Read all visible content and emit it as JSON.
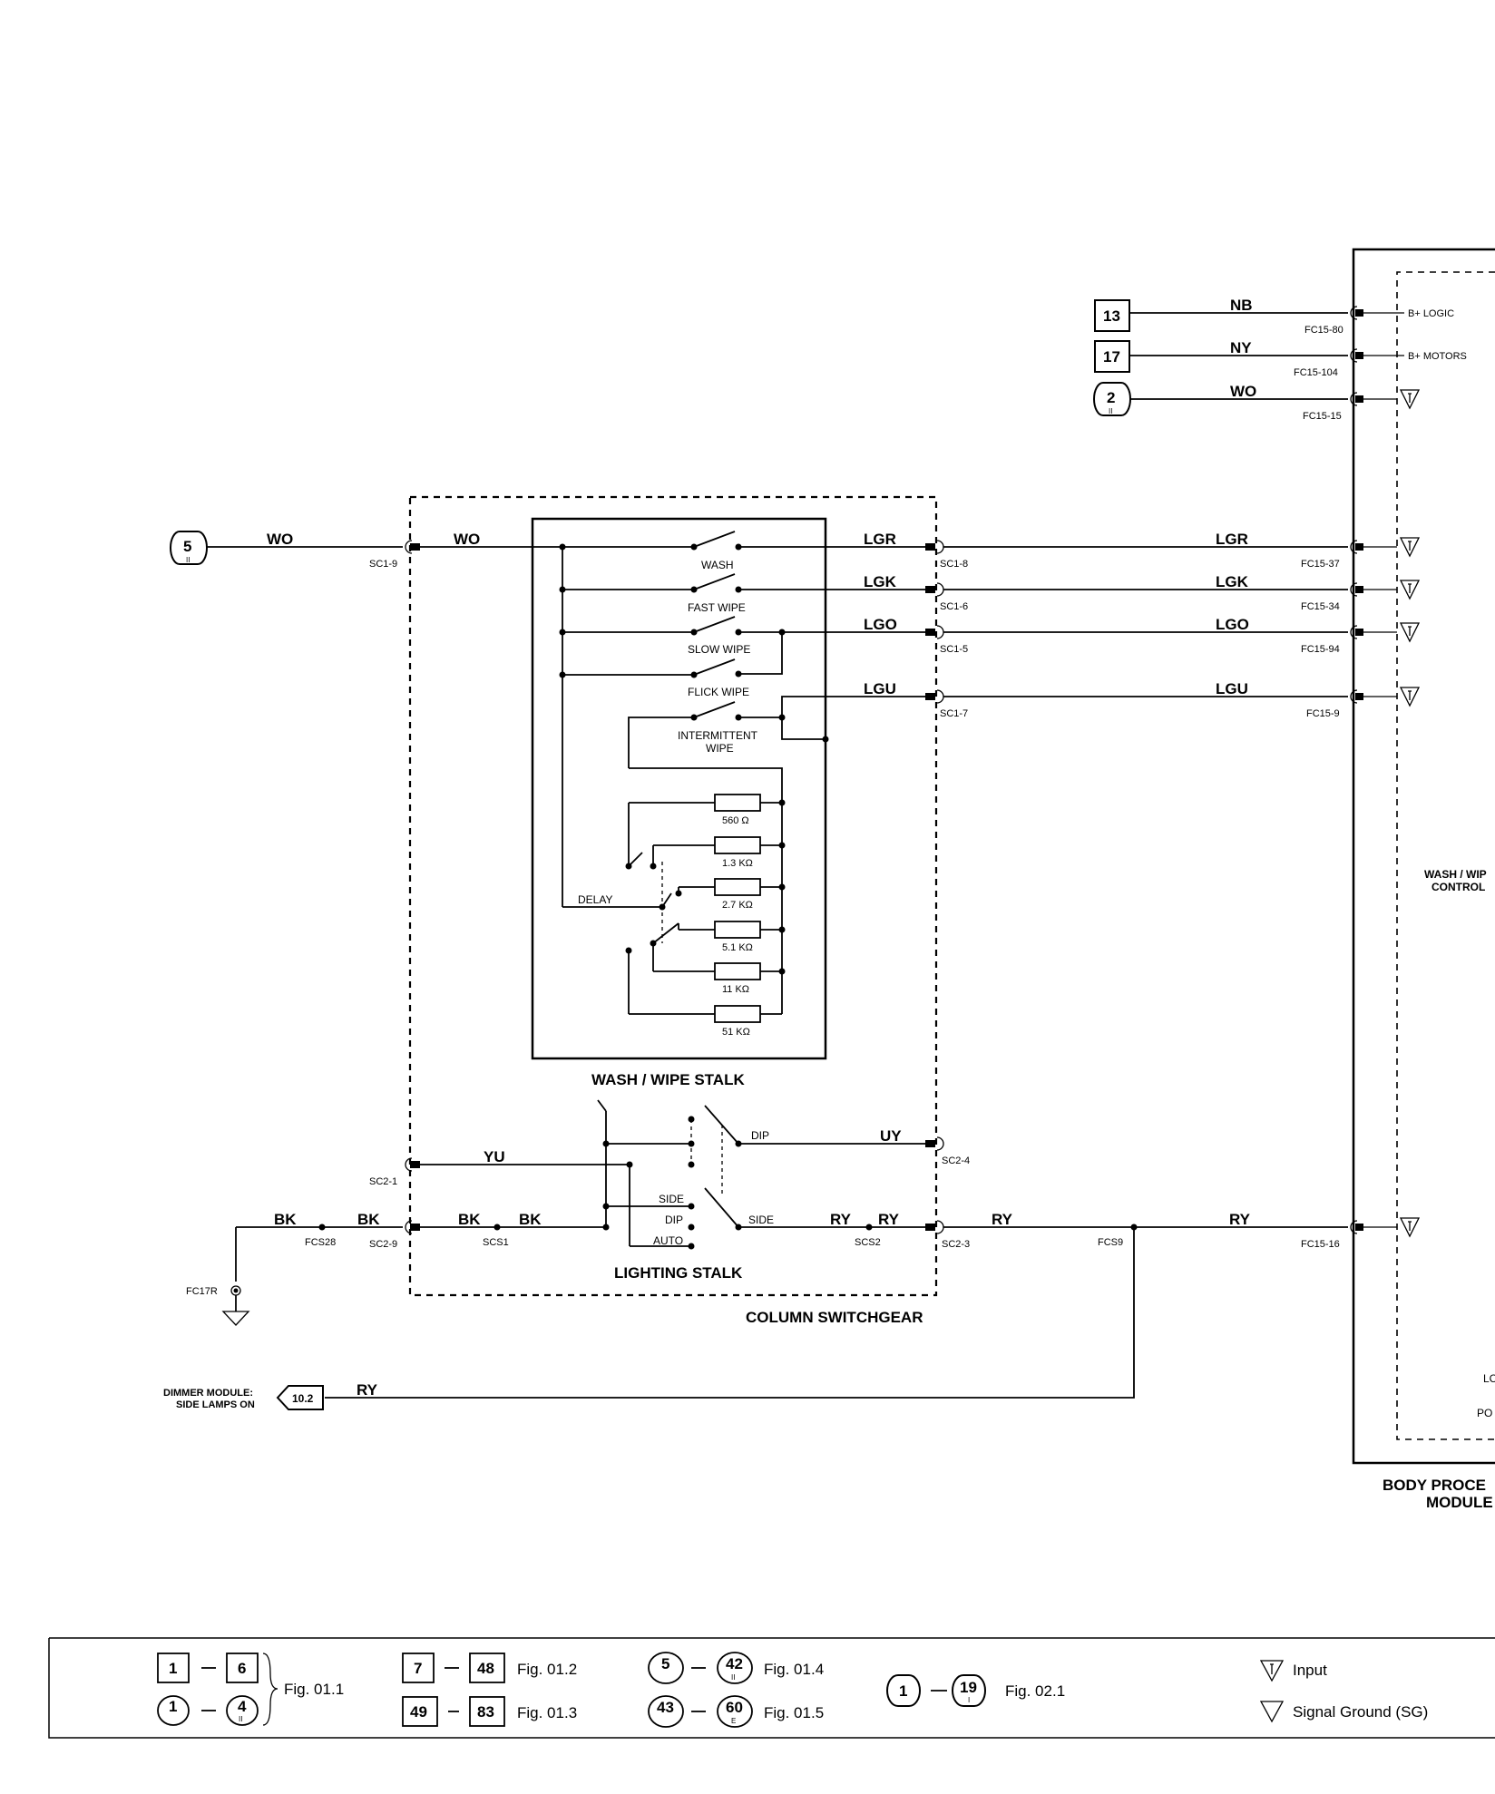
{
  "inputs": [
    {
      "ref": "13",
      "wire": "NB",
      "pin": "FC15-80",
      "func": "B+ LOGIC"
    },
    {
      "ref": "17",
      "wire": "NY",
      "pin": "FC15-104",
      "func": "B+ MOTORS"
    },
    {
      "ref": "2",
      "sub": "II",
      "wire": "WO",
      "pin": "FC15-15"
    }
  ],
  "feed": {
    "ref": "5",
    "sub": "II",
    "wire": "WO",
    "wire2": "WO",
    "pin": "SC1-9"
  },
  "stalk_outputs": [
    {
      "wire": "LGR",
      "pin": "SC1-8",
      "bpm_pin": "FC15-37"
    },
    {
      "wire": "LGK",
      "pin": "SC1-6",
      "bpm_pin": "FC15-34"
    },
    {
      "wire": "LGO",
      "pin": "SC1-5",
      "bpm_pin": "FC15-94"
    },
    {
      "wire": "LGU",
      "pin": "SC1-7",
      "bpm_pin": "FC15-9"
    }
  ],
  "switches": [
    "WASH",
    "FAST WIPE",
    "SLOW WIPE",
    "FLICK WIPE",
    "INTERMITTENT",
    "WIPE"
  ],
  "resistors": [
    "560 Ω",
    "1.3 KΩ",
    "2.7 KΩ",
    "5.1 KΩ",
    "11 KΩ",
    "51 KΩ"
  ],
  "delay_label": "DELAY",
  "wash_wipe_stalk": "WASH / WIPE STALK",
  "lighting": {
    "yu_wire": "YU",
    "yu_pin": "SC2-1",
    "dip_label": "DIP",
    "uy_wire": "UY",
    "uy_pin": "SC2-4",
    "side_label": "SIDE",
    "dip2_label": "DIP",
    "auto_label": "AUTO",
    "side2_label": "SIDE",
    "ry1": "RY",
    "ry2": "RY",
    "ry3": "RY",
    "ry4": "RY",
    "ry5": "RY",
    "scs2": "SCS2",
    "sc23": "SC2-3",
    "fcs9": "FCS9",
    "bpm_pin": "FC15-16"
  },
  "ground": {
    "bk1": "BK",
    "bk2": "BK",
    "bk3": "BK",
    "bk4": "BK",
    "fcs28": "FCS28",
    "sc29": "SC2-9",
    "scs1": "SCS1",
    "fc17r": "FC17R"
  },
  "lighting_stalk": "LIGHTING STALK",
  "column_switchgear": "COLUMN SWITCHGEAR",
  "dimmer": {
    "line1": "DIMMER MODULE:",
    "line2": "SIDE LAMPS ON",
    "ref": "10.2",
    "wire": "RY"
  },
  "bpm": {
    "ctrl1": "WASH / WIP",
    "ctrl2": "CONTROL",
    "lo": "LC",
    "po": "PO",
    "title1": "BODY PROCE",
    "title2": "MODULE"
  },
  "legend": {
    "r1a": "1",
    "r1b": "6",
    "r2a": "1",
    "r2b": "4",
    "r2sub": "II",
    "fig011": "Fig. 01.1",
    "r3a": "7",
    "r3b": "48",
    "fig012": "Fig. 01.2",
    "r4a": "49",
    "r4b": "83",
    "fig013": "Fig. 01.3",
    "r5a": "5",
    "r5b": "42",
    "r5sub": "II",
    "fig014": "Fig. 01.4",
    "r6a": "43",
    "r6b": "60",
    "r6sub": "E",
    "fig015": "Fig. 01.5",
    "r7a": "1",
    "r7b": "19",
    "r7sub": "I",
    "fig021": "Fig. 02.1",
    "input": "Input",
    "sg": "Signal Ground (SG)"
  }
}
